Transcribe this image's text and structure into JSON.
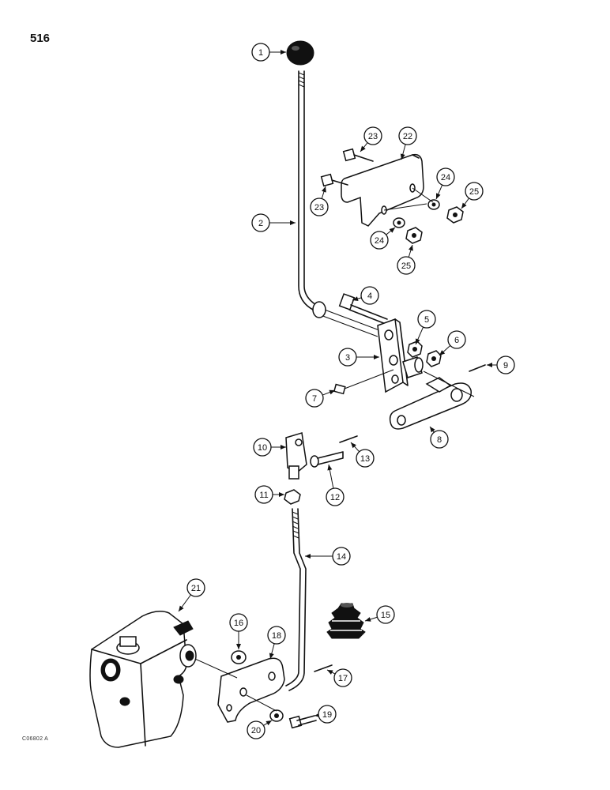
{
  "page": {
    "number": "516",
    "drawing_code": "C06802 A"
  },
  "parts": [
    {
      "id": "1",
      "label": "1"
    },
    {
      "id": "2",
      "label": "2"
    },
    {
      "id": "3",
      "label": "3"
    },
    {
      "id": "4",
      "label": "4"
    },
    {
      "id": "5",
      "label": "5"
    },
    {
      "id": "6",
      "label": "6"
    },
    {
      "id": "7",
      "label": "7"
    },
    {
      "id": "8",
      "label": "8"
    },
    {
      "id": "9",
      "label": "9"
    },
    {
      "id": "10",
      "label": "10"
    },
    {
      "id": "11",
      "label": "11"
    },
    {
      "id": "12",
      "label": "12"
    },
    {
      "id": "13",
      "label": "13"
    },
    {
      "id": "14",
      "label": "14"
    },
    {
      "id": "15",
      "label": "15"
    },
    {
      "id": "16",
      "label": "16"
    },
    {
      "id": "17",
      "label": "17"
    },
    {
      "id": "18",
      "label": "18"
    },
    {
      "id": "19",
      "label": "19"
    },
    {
      "id": "20",
      "label": "20"
    },
    {
      "id": "21",
      "label": "21"
    },
    {
      "id": "22",
      "label": "22"
    },
    {
      "id": "23a",
      "label": "23"
    },
    {
      "id": "23b",
      "label": "23"
    },
    {
      "id": "24a",
      "label": "24"
    },
    {
      "id": "24b",
      "label": "24"
    },
    {
      "id": "25a",
      "label": "25"
    },
    {
      "id": "25b",
      "label": "25"
    }
  ]
}
